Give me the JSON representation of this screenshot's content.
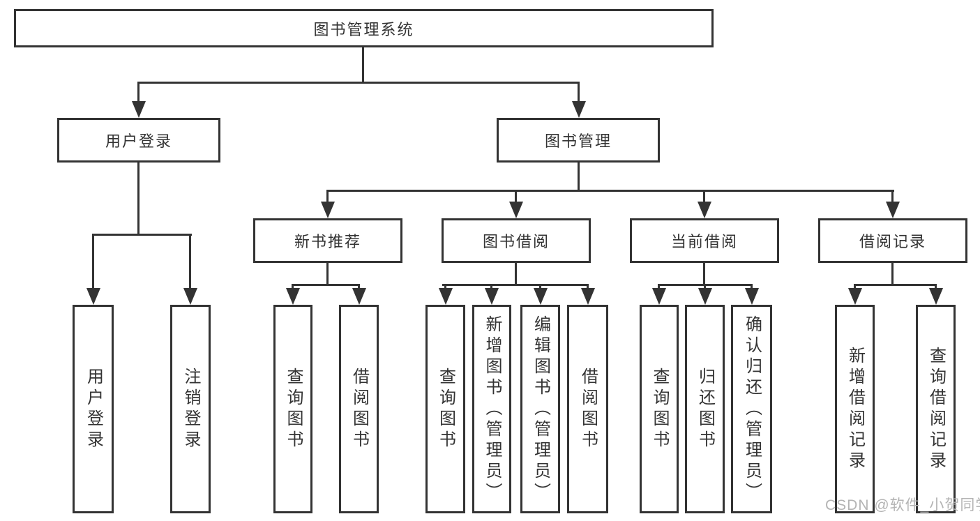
{
  "tree": {
    "root": "图书管理系统",
    "level1": [
      "用户登录",
      "图书管理"
    ],
    "level2": [
      "新书推荐",
      "图书借阅",
      "当前借阅",
      "借阅记录"
    ],
    "leaves": {
      "user": [
        "用户登录",
        "注销登录"
      ],
      "recommend": [
        "查询图书",
        "借阅图书"
      ],
      "borrow": [
        "查询图书",
        "新增图书（管理员）",
        "编辑图书（管理员）",
        "借阅图书"
      ],
      "current": [
        "查询图书",
        "归还图书",
        "确认归还（管理员）"
      ],
      "records": [
        "新增借阅记录",
        "查询借阅记录"
      ]
    }
  },
  "watermark": "CSDN @软件_小贺同学",
  "colors": {
    "line": "#333333",
    "text": "#333333",
    "box_background": "#ffffff",
    "watermark": "#b4b4b4"
  }
}
